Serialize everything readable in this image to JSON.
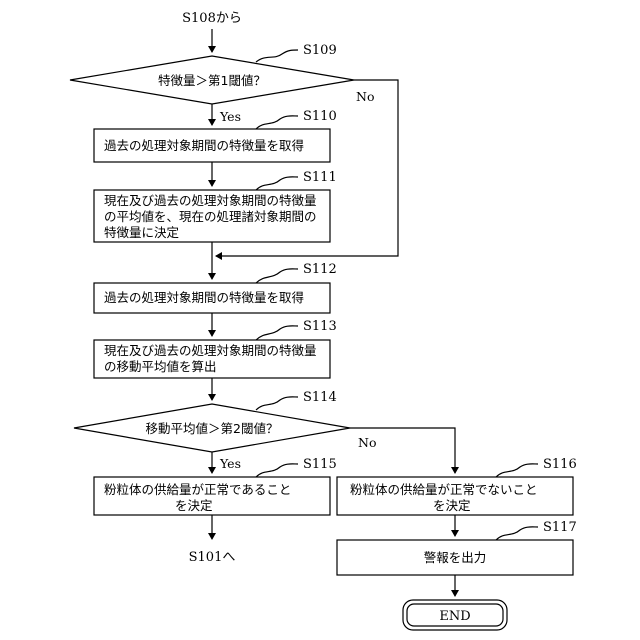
{
  "start": {
    "text": "S108から"
  },
  "steps": {
    "s109": {
      "label": "S109",
      "text": "特徴量＞第1閾値？",
      "yes": "Yes",
      "no": "No"
    },
    "s110": {
      "label": "S110",
      "text": "過去の処理対象期間の特徴量を取得"
    },
    "s111": {
      "label": "S111",
      "lines": [
        "現在及び過去の処理対象期間の特徴量",
        "の平均値を、現在の処理諸対象期間の",
        "特徴量に決定"
      ]
    },
    "s112": {
      "label": "S112",
      "text": "過去の処理対象期間の特徴量を取得"
    },
    "s113": {
      "label": "S113",
      "lines": [
        "現在及び過去の処理対象期間の特徴量",
        "の移動平均値を算出"
      ]
    },
    "s114": {
      "label": "S114",
      "text": "移動平均値＞第2閾値？",
      "yes": "Yes",
      "no": "No"
    },
    "s115": {
      "label": "S115",
      "lines": [
        "粉粒体の供給量が正常であること",
        "を決定"
      ]
    },
    "s116": {
      "label": "S116",
      "lines": [
        "粉粒体の供給量が正常でないこと",
        "を決定"
      ]
    },
    "s117": {
      "label": "S117",
      "text": "警報を出力"
    }
  },
  "goto": {
    "text": "S101へ"
  },
  "end": {
    "text": "END"
  }
}
